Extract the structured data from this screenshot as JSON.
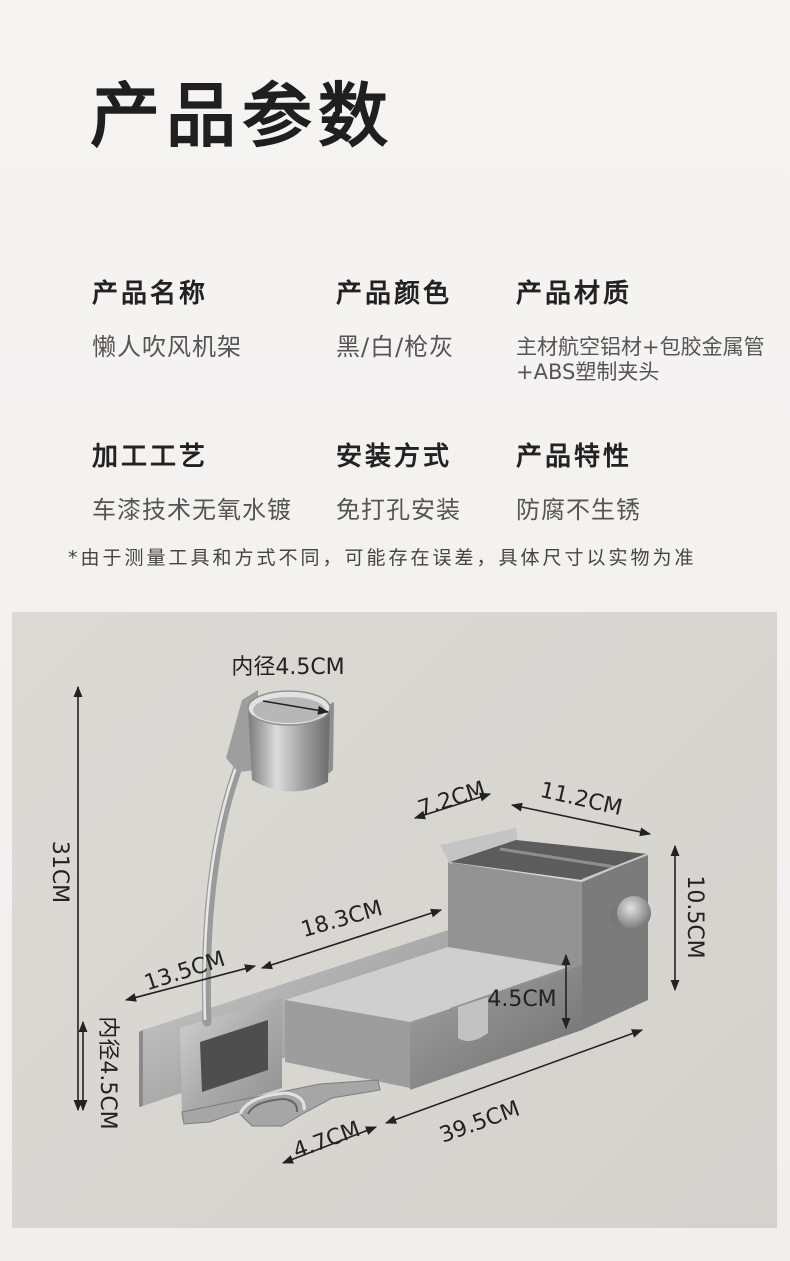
{
  "title": "产品参数",
  "specs": [
    {
      "label": "产品名称",
      "value": [
        "懒人吹风机架"
      ]
    },
    {
      "label": "产品颜色",
      "value": [
        "黑/白/枪灰"
      ]
    },
    {
      "label": "产品材质",
      "value": [
        "主材航空铝材+包胶金属管",
        "+ABS塑制夹头"
      ]
    },
    {
      "label": "加工工艺",
      "value": [
        "车漆技术无氧水镀"
      ]
    },
    {
      "label": "安装方式",
      "value": [
        "免打孔安装"
      ]
    },
    {
      "label": "产品特性",
      "value": [
        "防腐不生锈"
      ]
    }
  ],
  "note": "*由于测量工具和方式不同，可能存在误差，具体尺寸以实物为准",
  "dimensions": {
    "cup_inner_diameter": "内径4.5CM",
    "height": "31CM",
    "box_depth": "7.2CM",
    "box_width": "11.2CM",
    "box_height": "10.5CM",
    "tray_length": "18.3CM",
    "tray_depth": "13.5CM",
    "step_height": "4.5CM",
    "ring_inner_diameter": "内径4.5CM",
    "fork_width": "4.7CM",
    "total_length": "39.5CM"
  },
  "colors": {
    "page_bg": "#f4f2f1",
    "panel_bg": "#d8d6d1",
    "title_text": "#1f1f1f",
    "value_text": "#555555",
    "metal": "#a9a9a9"
  }
}
